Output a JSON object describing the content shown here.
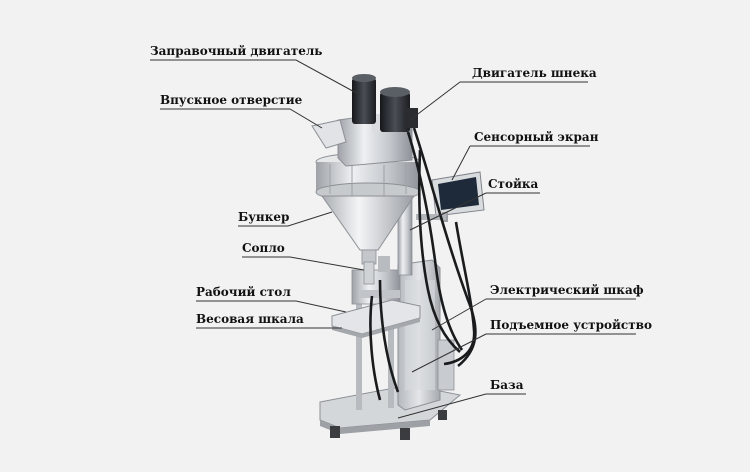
{
  "labels": {
    "feed_motor": "Заправочный двигатель",
    "inlet": "Впускное отверстие",
    "hopper": "Бункер",
    "nozzle": "Сопло",
    "work_table": "Рабочий стол",
    "weighing_scale": "Весовая шкала",
    "auger_motor": "Двигатель шнека",
    "touch_screen": "Сенсорный экран",
    "stand": "Стойка",
    "electric_cabinet": "Электрический шкаф",
    "lifting_device": "Подъемное устройство",
    "base": "База"
  },
  "colors": {
    "background": "#f2f2f2",
    "steel": "#c9ccd0",
    "motor": "#2a2c30",
    "leader_line": "#333333",
    "label_text": "#111111"
  }
}
